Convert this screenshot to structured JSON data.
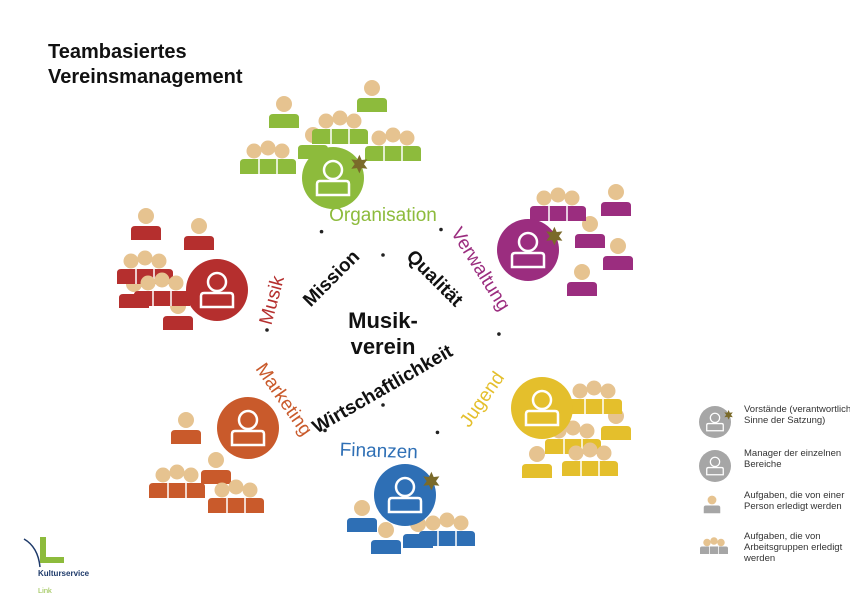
{
  "title": {
    "line1": "Teambasiertes",
    "line2": "Vereinsmanagement"
  },
  "center": {
    "line1": "Musik-",
    "line2": "verein"
  },
  "values": [
    "Mission",
    "Qualität",
    "Wirtschaftlichkeit"
  ],
  "areas": [
    {
      "label": "Organisation",
      "color": "#8dbb3c",
      "board": true
    },
    {
      "label": "Verwaltung",
      "color": "#9b2d7f",
      "board": true
    },
    {
      "label": "Jugend",
      "color": "#e4bf2c",
      "board": false
    },
    {
      "label": "Finanzen",
      "color": "#2e6fb5",
      "board": true
    },
    {
      "label": "Marketing",
      "color": "#c95a2b",
      "board": false
    },
    {
      "label": "Musik",
      "color": "#b52f2e",
      "board": false
    }
  ],
  "colors": {
    "skin": "#e6c390",
    "star": "#7a6a2a",
    "legend_gray": "#a6a6a6"
  },
  "legend": [
    {
      "text": "Vorstände (verantwortlich im Sinne der Satzung)"
    },
    {
      "text": "Manager der einzelnen Bereiche"
    },
    {
      "text": "Aufgaben, die von einer Person erledigt werden"
    },
    {
      "text": "Aufgaben, die von Arbeitsgruppen erledigt werden"
    }
  ],
  "logo": {
    "line1": "Kulturservice",
    "line2": "Link"
  }
}
